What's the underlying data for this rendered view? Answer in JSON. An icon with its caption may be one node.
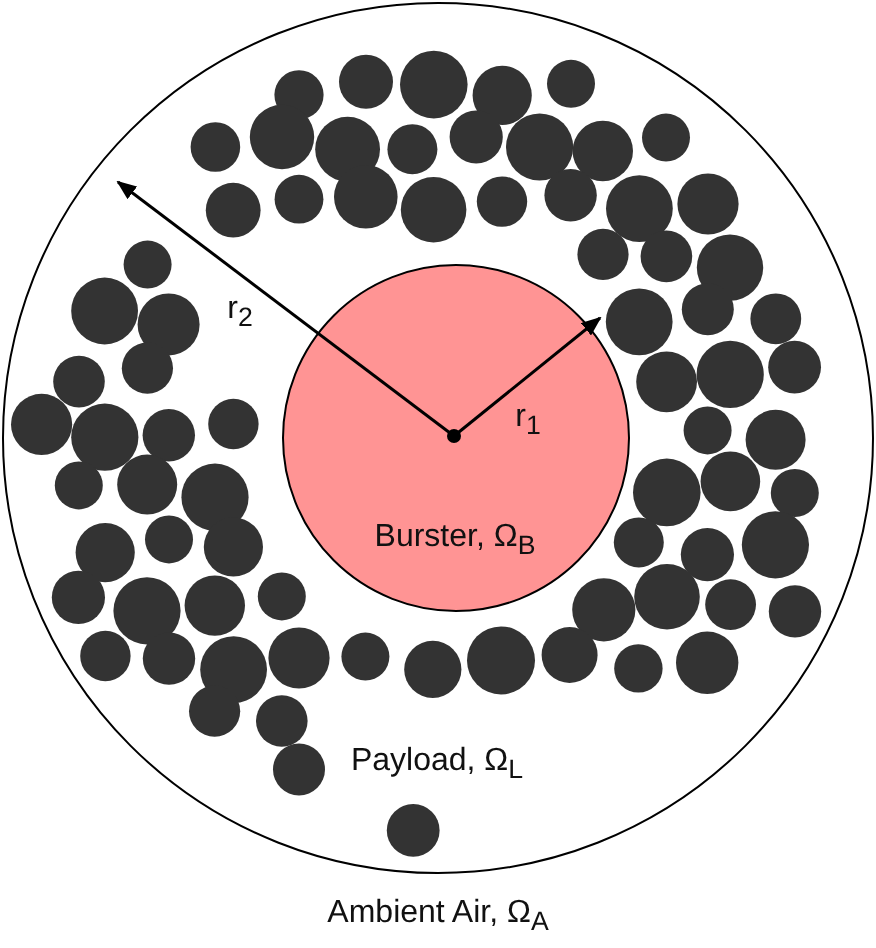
{
  "diagram": {
    "nodes": [
      {
        "text": [
          "Payload, Ω$_{L}$"
        ]
      },
      {
        "text": [
          "Burster, Ω$_{B}$"
        ],
        "in": 0
      }
    ],
    "labels": [
      "r$_{2}$",
      "r$_{1}$",
      "Ambient Air, Ω$_{A}$"
    ]
  }
}
